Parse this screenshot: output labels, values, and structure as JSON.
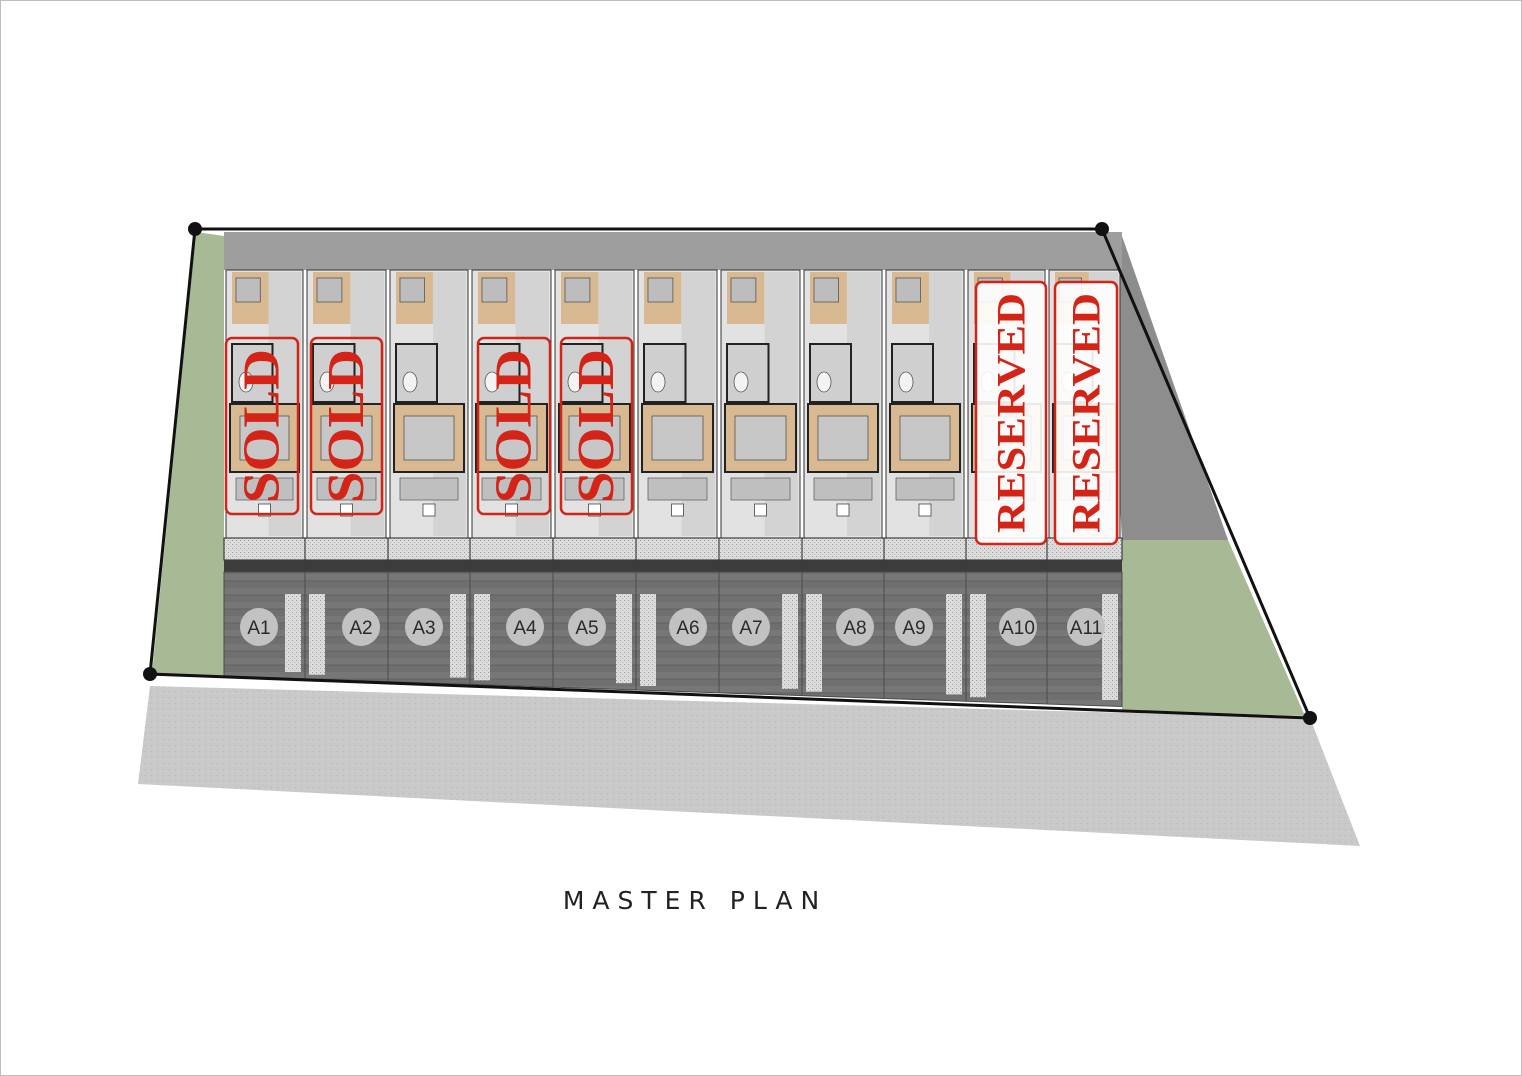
{
  "title": "MASTER PLAN",
  "colors": {
    "road": "#c9c9c9",
    "lawn": "#a8b996",
    "parking": "#6e6e6e",
    "roof": "#9e9e9e",
    "interior": "#e2e2e2",
    "timber": "#d9b992",
    "stamp": "#d42317",
    "boundary": "#111111"
  },
  "units": [
    {
      "label": "A1",
      "status": "SOLD"
    },
    {
      "label": "A2",
      "status": "SOLD"
    },
    {
      "label": "A3",
      "status": ""
    },
    {
      "label": "A4",
      "status": "SOLD"
    },
    {
      "label": "A5",
      "status": "SOLD"
    },
    {
      "label": "A6",
      "status": ""
    },
    {
      "label": "A7",
      "status": ""
    },
    {
      "label": "A8",
      "status": ""
    },
    {
      "label": "A9",
      "status": ""
    },
    {
      "label": "A10",
      "status": "RESERVED"
    },
    {
      "label": "A11",
      "status": "RESERVED"
    }
  ]
}
